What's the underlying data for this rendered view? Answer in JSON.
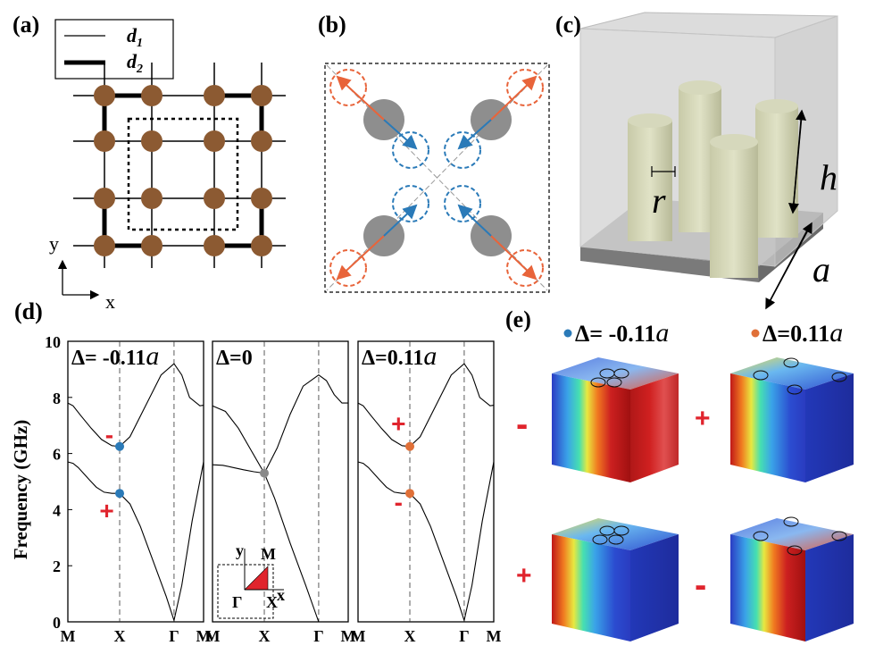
{
  "panels": {
    "a": {
      "label": "(a)",
      "legend": [
        {
          "name": "d",
          "sub": "1"
        },
        {
          "name": "d",
          "sub": "2"
        }
      ],
      "axes": {
        "x": "x",
        "y": "y"
      }
    },
    "b": {
      "label": "(b)"
    },
    "c": {
      "label": "(c)",
      "dims": {
        "r": "r",
        "h": "h",
        "a": "a"
      }
    },
    "d": {
      "label": "(d)"
    },
    "e": {
      "label": "(e)",
      "legend": [
        {
          "prefix": "Δ= ",
          "value": "-0.11",
          "unit": "a",
          "color": "#2a7ab8"
        },
        {
          "prefix": "Δ=",
          "value": "0.11",
          "unit": "a",
          "color": "#e07038"
        }
      ],
      "signs": [
        "-",
        "+",
        "+",
        "-"
      ]
    }
  },
  "chart_data": [
    {
      "type": "line",
      "title": {
        "prefix": "Δ= ",
        "value": "-0.11",
        "unit": "a"
      },
      "ylabel": "Frequency (GHz)",
      "ylim": [
        0,
        10
      ],
      "yticks": [
        "0",
        "2",
        "4",
        "6",
        "8",
        "10"
      ],
      "xticks": [
        "M",
        "X",
        "Γ",
        "M"
      ],
      "series": [
        {
          "x": [
            0,
            0.1,
            0.2,
            0.3,
            0.42,
            0.55,
            0.7,
            0.85,
            1.0,
            1.2,
            1.4,
            1.5,
            1.7,
            1.9,
            2.05,
            2.2,
            2.4,
            2.62
          ],
          "values": [
            5.7,
            5.65,
            5.5,
            5.3,
            5.05,
            4.8,
            4.62,
            4.58,
            4.58,
            4.2,
            3.4,
            2.9,
            1.9,
            0.9,
            0.05,
            1.3,
            3.6,
            5.7
          ]
        },
        {
          "x": [
            0,
            0.1,
            0.25,
            0.45,
            0.65,
            0.85,
            1.0,
            1.2,
            1.5,
            1.8,
            2.05,
            2.2,
            2.35,
            2.55,
            2.62
          ],
          "values": [
            7.8,
            7.7,
            7.35,
            6.9,
            6.5,
            6.28,
            6.25,
            6.6,
            7.7,
            8.8,
            9.2,
            8.8,
            8.0,
            7.7,
            7.72
          ]
        }
      ],
      "markers": [
        {
          "x": 1.0,
          "y": 6.25,
          "color": "#2a7ab8"
        },
        {
          "x": 1.0,
          "y": 4.58,
          "color": "#2a7ab8"
        }
      ],
      "signs": [
        {
          "text": "-",
          "x": 0.8,
          "y": 6.65
        },
        {
          "text": "+",
          "x": 0.75,
          "y": 3.95
        }
      ]
    },
    {
      "type": "line",
      "title": {
        "prefix": "Δ=0",
        "value": "",
        "unit": ""
      },
      "ylim": [
        0,
        10
      ],
      "xticks": [
        "M",
        "X",
        "Γ",
        "M"
      ],
      "series": [
        {
          "x": [
            0,
            0.2,
            0.4,
            0.6,
            0.8,
            1.0,
            1.2,
            1.5,
            1.8,
            2.05
          ],
          "values": [
            5.6,
            5.58,
            5.5,
            5.42,
            5.35,
            5.3,
            4.4,
            2.8,
            1.3,
            0.0
          ]
        },
        {
          "x": [
            0,
            0.25,
            0.5,
            0.75,
            1.0,
            1.25,
            1.5,
            1.75,
            2.05,
            2.2,
            2.35,
            2.5,
            2.62
          ],
          "values": [
            7.7,
            7.5,
            6.9,
            6.1,
            5.3,
            6.2,
            7.4,
            8.4,
            8.8,
            8.6,
            8.1,
            7.8,
            7.8
          ]
        }
      ],
      "markers": [
        {
          "x": 1.0,
          "y": 5.3,
          "color": "#8a8a8a"
        }
      ],
      "inset": {
        "labels": [
          "y",
          "M",
          "Γ",
          "X",
          "x"
        ]
      }
    },
    {
      "type": "line",
      "title": {
        "prefix": "Δ=",
        "value": "0.11",
        "unit": "a"
      },
      "ylim": [
        0,
        10
      ],
      "xticks": [
        "M",
        "X",
        "Γ",
        "M"
      ],
      "series": [
        {
          "x": [
            0,
            0.1,
            0.2,
            0.3,
            0.42,
            0.55,
            0.7,
            0.85,
            1.0,
            1.2,
            1.4,
            1.5,
            1.7,
            1.9,
            2.05,
            2.2,
            2.4,
            2.62
          ],
          "values": [
            5.7,
            5.65,
            5.5,
            5.3,
            5.05,
            4.8,
            4.62,
            4.58,
            4.58,
            4.2,
            3.4,
            2.9,
            1.9,
            0.9,
            0.05,
            1.3,
            3.6,
            5.7
          ]
        },
        {
          "x": [
            0,
            0.1,
            0.25,
            0.45,
            0.65,
            0.85,
            1.0,
            1.2,
            1.5,
            1.8,
            2.05,
            2.2,
            2.35,
            2.55,
            2.62
          ],
          "values": [
            7.8,
            7.7,
            7.35,
            6.9,
            6.5,
            6.28,
            6.25,
            6.6,
            7.7,
            8.8,
            9.2,
            8.8,
            8.0,
            7.7,
            7.72
          ]
        }
      ],
      "markers": [
        {
          "x": 1.0,
          "y": 6.25,
          "color": "#e07038"
        },
        {
          "x": 1.0,
          "y": 4.58,
          "color": "#e07038"
        }
      ],
      "signs": [
        {
          "text": "+",
          "x": 0.78,
          "y": 7.05
        },
        {
          "text": "-",
          "x": 0.78,
          "y": 4.25
        }
      ]
    }
  ]
}
